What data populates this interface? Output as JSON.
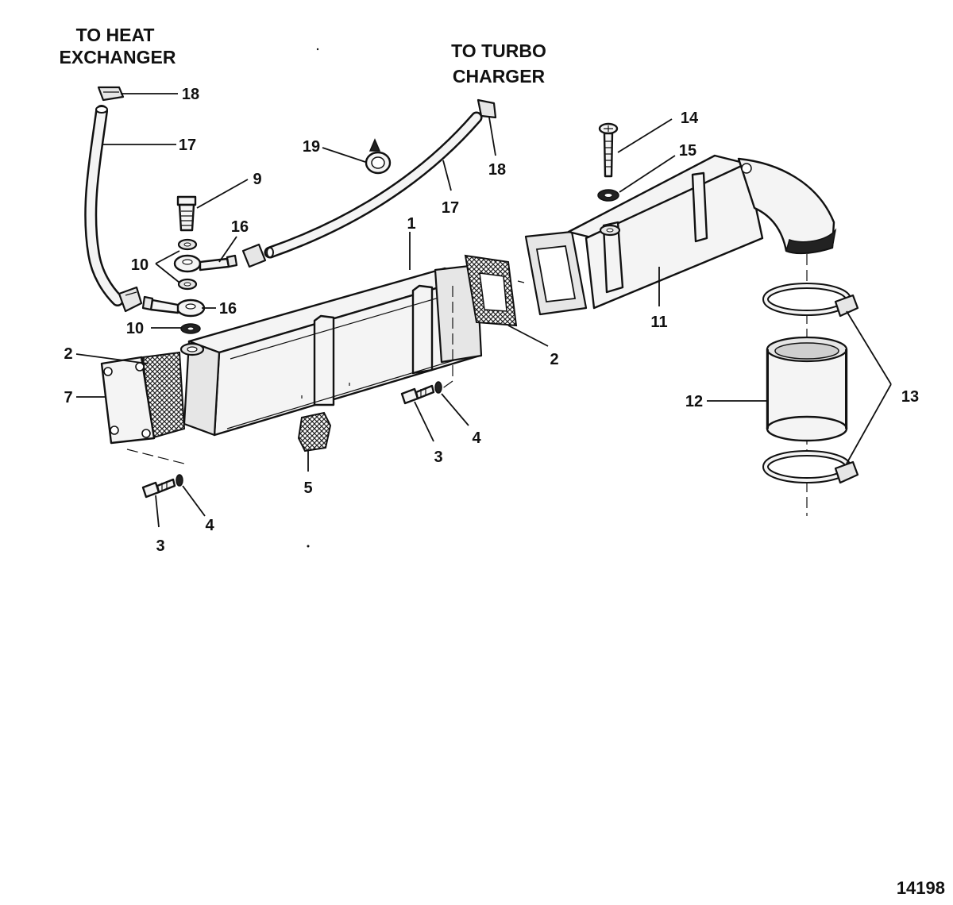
{
  "captions": {
    "heat_exchanger": [
      "TO HEAT",
      "EXCHANGER"
    ],
    "turbo_charger": [
      "TO TURBO",
      "CHARGER"
    ]
  },
  "figure_number": "14198",
  "callouts": {
    "c18a": "18",
    "c17a": "17",
    "c9": "9",
    "c16a": "16",
    "c10a": "10",
    "c16b": "16",
    "c10b": "10",
    "c2a": "2",
    "c7": "7",
    "c3a": "3",
    "c4a": "4",
    "c5": "5",
    "c3b": "3",
    "c4b": "4",
    "c1": "1",
    "c2b": "2",
    "c19": "19",
    "c17b": "17",
    "c18b": "18",
    "c14": "14",
    "c15": "15",
    "c11": "11",
    "c12": "12",
    "c13": "13"
  }
}
